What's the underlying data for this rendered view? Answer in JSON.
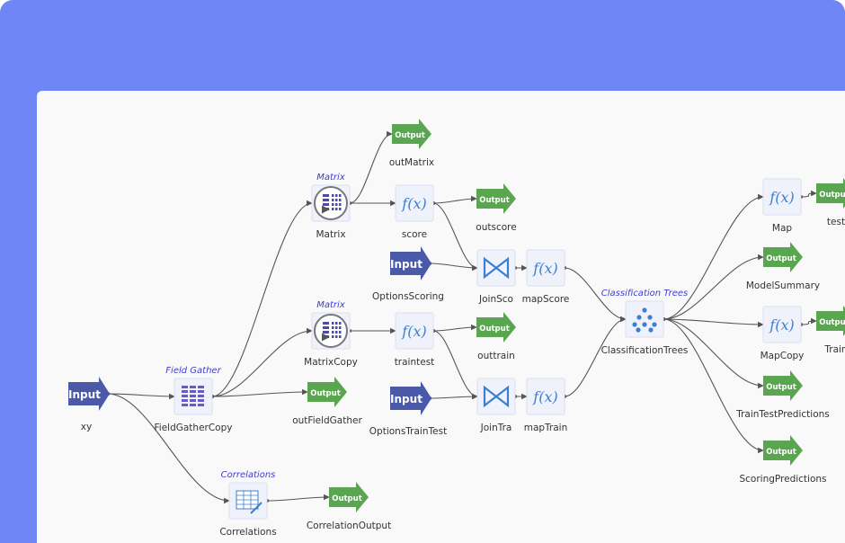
{
  "colors": {
    "frame": "#6f86f7",
    "canvas": "#f9f9f9",
    "output": "#5aa54f",
    "input": "#4a5aa8",
    "wire": "#555555",
    "group": "#3d3dd6",
    "fx": "#3b7fd0"
  },
  "pins": {
    "input": "Input",
    "output": "Output"
  },
  "nodes": {
    "xy": {
      "label": "xy",
      "kind": "input-pin"
    },
    "fieldGatherCopy": {
      "label": "FieldGatherCopy",
      "group": "Field Gather",
      "icon": "field-gather-icon"
    },
    "matrix": {
      "label": "Matrix",
      "group": "Matrix",
      "icon": "matrix-icon"
    },
    "matrixCopy": {
      "label": "MatrixCopy",
      "group": "Matrix",
      "icon": "matrix-icon"
    },
    "outFieldGather": {
      "label": "outFieldGather",
      "kind": "output-pin"
    },
    "correlations": {
      "label": "Correlations",
      "group": "Correlations",
      "icon": "correlations-icon"
    },
    "correlationOutput": {
      "label": "CorrelationOutput",
      "kind": "output-pin"
    },
    "outMatrix": {
      "label": "outMatrix",
      "kind": "output-pin"
    },
    "score": {
      "label": "score",
      "icon": "function-icon",
      "fx": "f(x)"
    },
    "outscore": {
      "label": "outscore",
      "kind": "output-pin"
    },
    "optionsScoring": {
      "label": "OptionsScoring",
      "kind": "input-pin"
    },
    "joinSco": {
      "label": "JoinSco",
      "icon": "join-icon"
    },
    "mapScore": {
      "label": "mapScore",
      "icon": "function-icon",
      "fx": "f(x)"
    },
    "traintest": {
      "label": "traintest",
      "icon": "function-icon",
      "fx": "f(x)"
    },
    "outtrain": {
      "label": "outtrain",
      "kind": "output-pin"
    },
    "optionsTrainTest": {
      "label": "OptionsTrainTest",
      "kind": "input-pin"
    },
    "joinTra": {
      "label": "JoinTra",
      "icon": "join-icon"
    },
    "mapTrain": {
      "label": "mapTrain",
      "icon": "function-icon",
      "fx": "f(x)"
    },
    "classificationTrees": {
      "label": "ClassificationTrees",
      "group": "Classification Trees",
      "icon": "tree-icon"
    },
    "map": {
      "label": "Map",
      "icon": "function-icon",
      "fx": "f(x)"
    },
    "test": {
      "label": "test",
      "kind": "output-pin"
    },
    "modelSummary": {
      "label": "ModelSummary",
      "kind": "output-pin"
    },
    "mapCopy": {
      "label": "MapCopy",
      "icon": "function-icon",
      "fx": "f(x)"
    },
    "train": {
      "label": "Train",
      "kind": "output-pin"
    },
    "trainTestPredictions": {
      "label": "TrainTestPredictions",
      "kind": "output-pin"
    },
    "scoringPredictions": {
      "label": "ScoringPredictions",
      "kind": "output-pin"
    }
  }
}
